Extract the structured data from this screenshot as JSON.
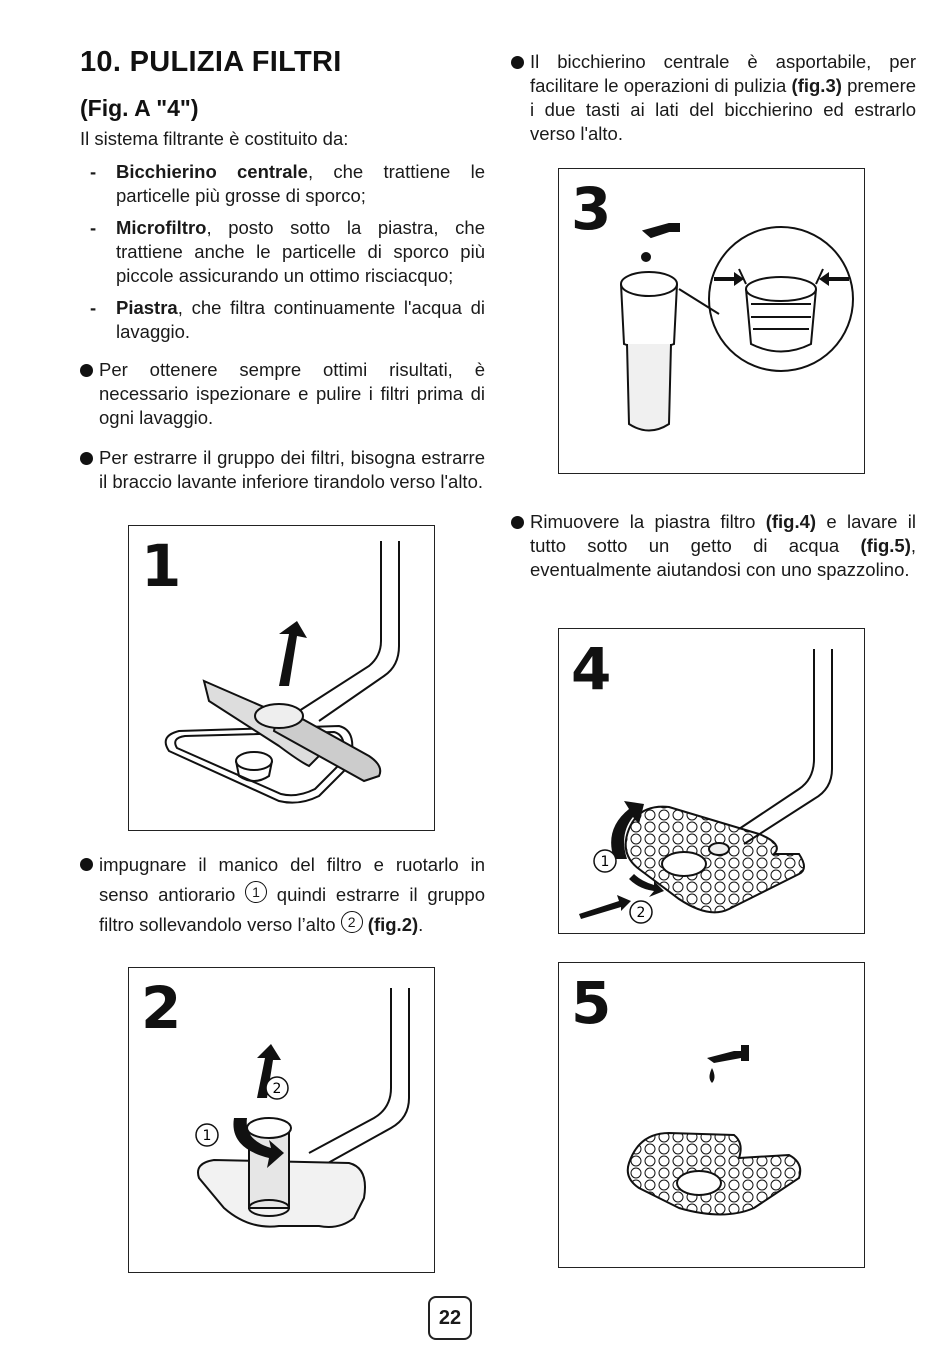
{
  "section": {
    "title": "10. PULIZIA FILTRI",
    "subtitle": "(Fig. A \"4\")",
    "intro": "Il sistema filtrante è costituito da:"
  },
  "components": [
    {
      "dash": "-",
      "term": "Bicchierino centrale",
      "desc": ", che trattiene le particelle più grosse di sporco;"
    },
    {
      "dash": "-",
      "term": "Microfiltro",
      "desc": ", posto sotto la piastra, che trattiene anche le particelle di sporco più piccole assicurando un ottimo risciacquo;"
    },
    {
      "dash": "-",
      "term": "Piastra",
      "desc": ", che filtra continuamente l'acqua di lavaggio."
    }
  ],
  "bullets": {
    "inspect": "Per ottenere sempre ottimi risultati, è necessario ispezionare e pulire i filtri prima di ogni lavaggio.",
    "extract_arm": "Per estrarre il gruppo dei filtri, bisogna estrarre il braccio lavante inferiore tirandolo verso l'alto.",
    "grip_part1": "impugnare il manico del filtro e ruotarlo in senso antiorario",
    "grip_part2": "quindi estrarre il gruppo filtro sollevandolo verso l’alto",
    "grip_ref": "(fig.2)",
    "grip_end": ".",
    "cup_part1": "Il bicchierino centrale è asportabile, per facilitare le operazioni di pulizia",
    "cup_ref": "(fig.3)",
    "cup_part2": "premere i due tasti ai lati del bicchierino ed estrarlo verso l'alto.",
    "plate_part1": "Rimuovere la piastra filtro",
    "plate_ref1": "(fig.4)",
    "plate_part2": "e lavare il tutto sotto un getto di acqua",
    "plate_ref2": "(fig.5)",
    "plate_part3": ", eventualmente aiutandosi con uno spazzolino."
  },
  "circled": {
    "one": "1",
    "two": "2"
  },
  "figures": {
    "f1": "1",
    "f2": "2",
    "f3": "3",
    "f4": "4",
    "f5": "5",
    "f2_step1": "1",
    "f2_step2": "2",
    "f4_step1": "1",
    "f4_step2": "2"
  },
  "page_number": "22"
}
